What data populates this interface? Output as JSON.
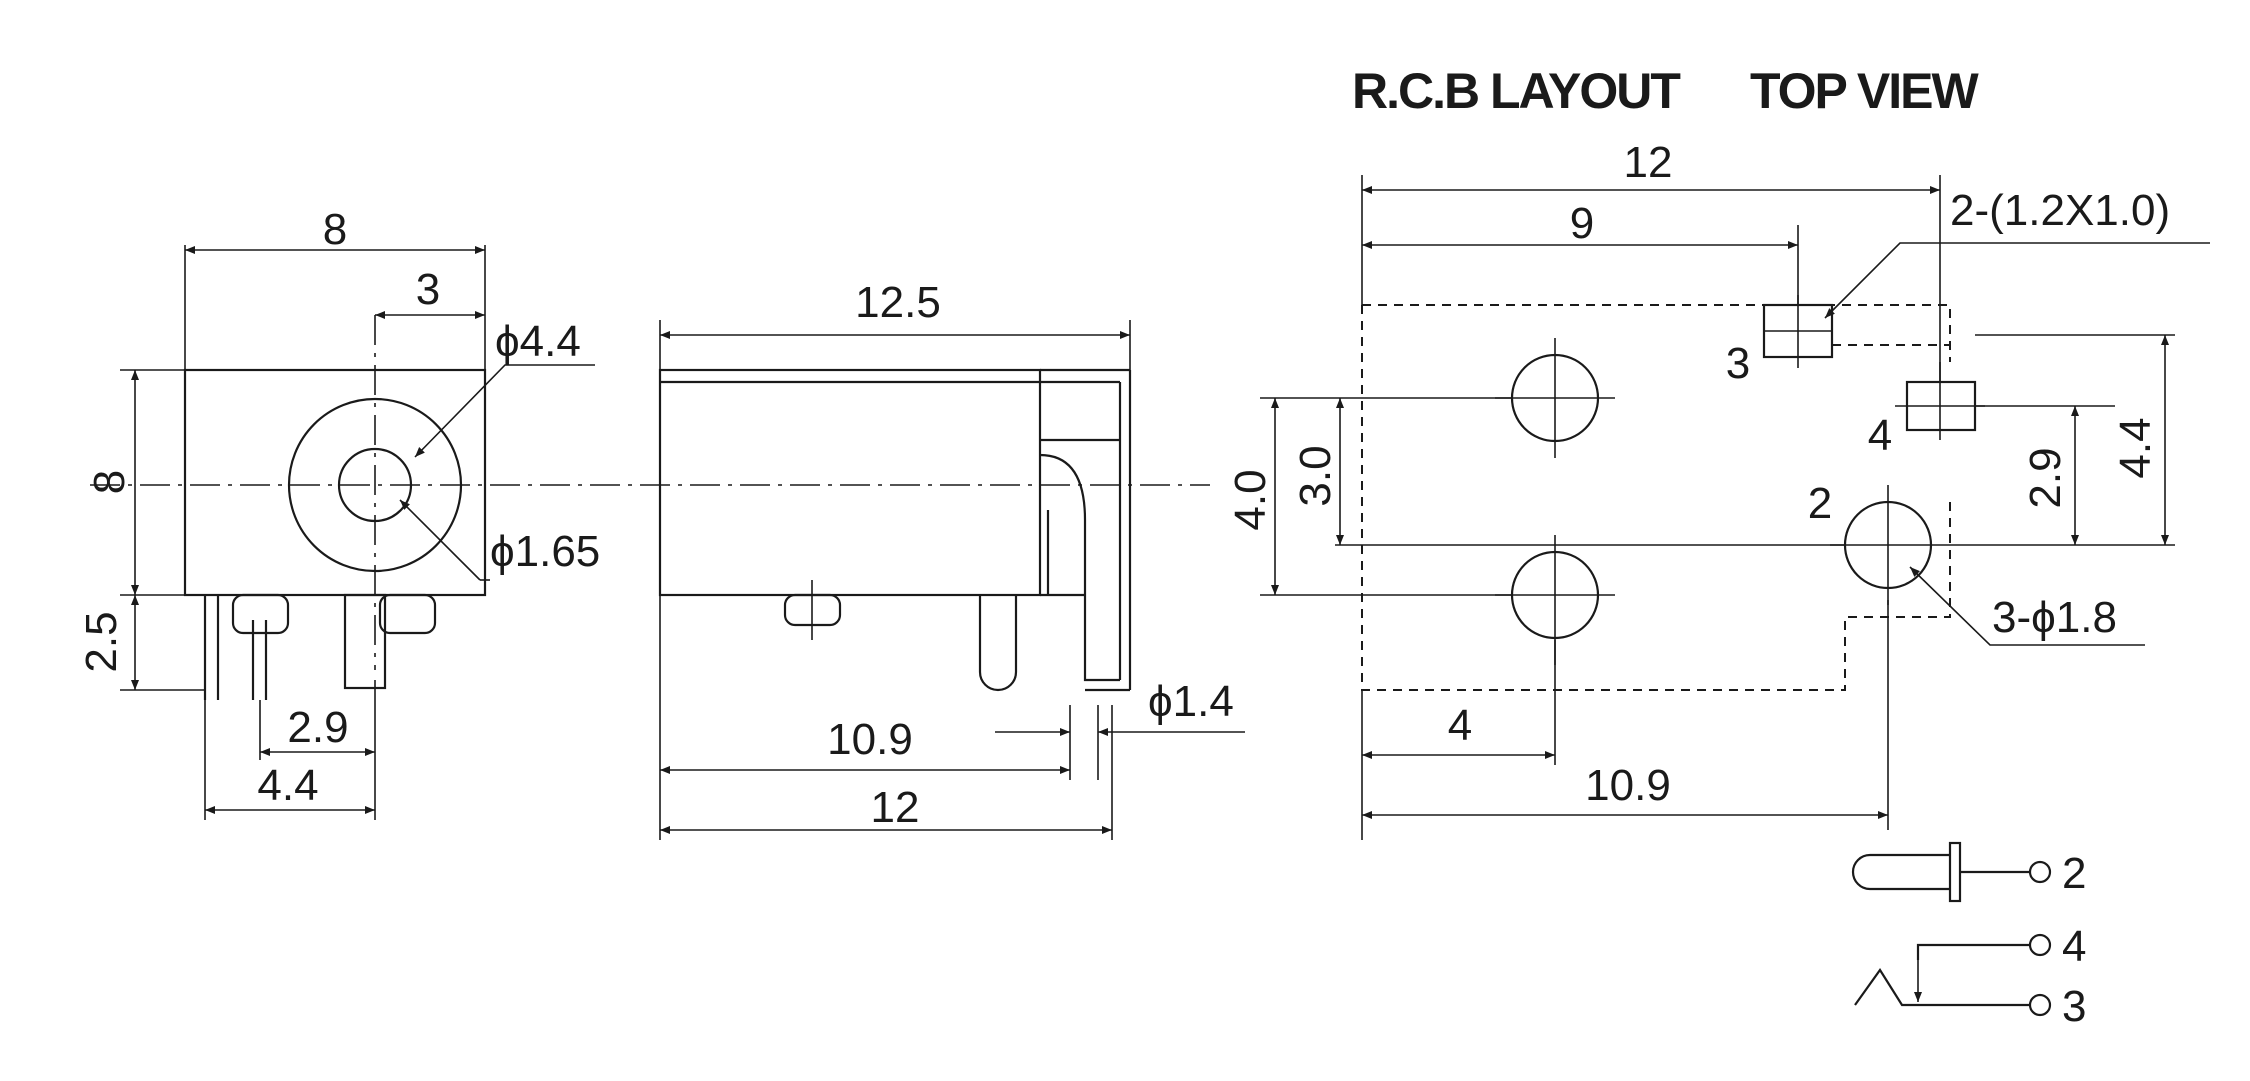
{
  "headings": {
    "layout": "R.C.B LAYOUT",
    "top": "TOP VIEW"
  },
  "front_view": {
    "width": "8",
    "offset": "3",
    "outer_dia": "ϕ4.4",
    "height": "8",
    "pin_len": "2.5",
    "inner_dia": "ϕ1.65",
    "pin_a": "2.9",
    "pin_b": "4.4"
  },
  "side_view": {
    "length": "12.5",
    "pin_pos": "10.9",
    "total": "12",
    "pin_dia": "ϕ1.4"
  },
  "pcb": {
    "width": "12",
    "hole_pos": "9",
    "slot": "2-(1.2X1.0)",
    "pin3": "3",
    "pin4": "4",
    "pin2": "2",
    "d_4_0": "4.0",
    "d_3_0": "3.0",
    "d_2_9": "2.9",
    "d_4_4": "4.4",
    "holes": "3-ϕ1.8",
    "d_4": "4",
    "d_10_9": "10.9"
  },
  "schematic": {
    "p2": "2",
    "p4": "4",
    "p3": "3"
  }
}
